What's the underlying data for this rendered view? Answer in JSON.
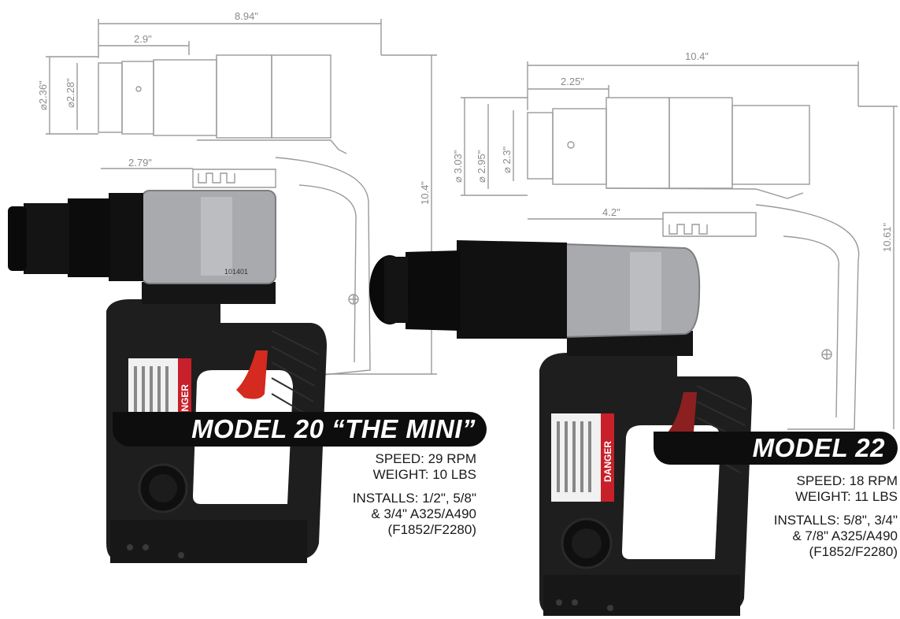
{
  "model_20": {
    "dimensions": {
      "overall_length": "8.94\"",
      "nose_length": "2.9\"",
      "outer_diameter": "⌀2.36\"",
      "inner_diameter": "⌀2.28\"",
      "reach": "2.79\"",
      "height": "10.4\""
    },
    "serial": "101401",
    "title": "MODEL 20 “THE MINI”",
    "speed": "SPEED: 29 RPM",
    "weight": "WEIGHT: 10 LBS",
    "installs_line1": "INSTALLS: 1/2\", 5/8\"",
    "installs_line2": "& 3/4\" A325/A490",
    "installs_line3": "(F1852/F2280)"
  },
  "model_22": {
    "dimensions": {
      "overall_length": "10.4\"",
      "nose_length": "2.25\"",
      "diameter_1": "⌀ 3.03\"",
      "diameter_2": "⌀ 2.95\"",
      "diameter_3": "⌀ 2.3\"",
      "reach": "4.2\"",
      "height": "10.61\""
    },
    "title": "MODEL 22",
    "speed": "SPEED: 18 RPM",
    "weight": "WEIGHT: 11 LBS",
    "installs_line1": "INSTALLS: 5/8\", 3/4\"",
    "installs_line2": "& 7/8\" A325/A490",
    "installs_line3": "(F1852/F2280)"
  },
  "label_text": "DANGER",
  "colors": {
    "banner": "#0d0d0d",
    "drawing_line": "#9a9a9a",
    "tool_body": "#1e1e1e",
    "warning_red": "#c8202a"
  }
}
